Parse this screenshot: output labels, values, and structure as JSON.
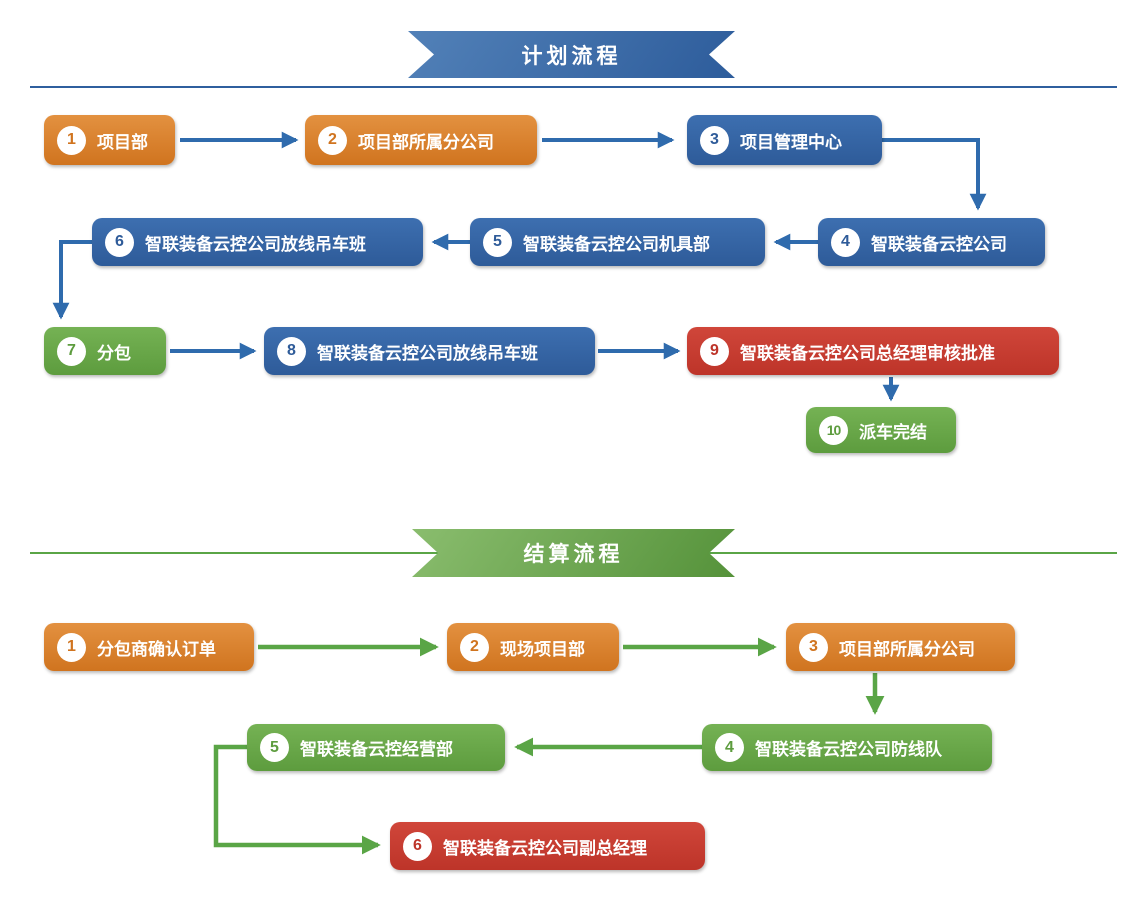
{
  "colors": {
    "box_orange_top": "#e39140",
    "box_orange_bottom": "#d0741f",
    "box_blue_top": "#3d6fb0",
    "box_blue_bottom": "#2e5b99",
    "box_green_top": "#75b254",
    "box_green_bottom": "#5d9c3e",
    "box_red_top": "#d0463a",
    "box_red_bottom": "#bd3429",
    "arrow_blue": "#2f6bad",
    "arrow_green": "#5aa546",
    "banner_blue_top": "#5281b8",
    "banner_blue_bottom": "#2d5c9b",
    "banner_green_top": "#8abd6e",
    "banner_green_bottom": "#55923a",
    "line_blue": "#2f5f9e",
    "line_green": "#5aa546",
    "text_white": "#ffffff"
  },
  "plan_flow": {
    "banner_title": "计划流程",
    "steps": [
      {
        "num": "1",
        "label": "项目部"
      },
      {
        "num": "2",
        "label": "项目部所属分公司"
      },
      {
        "num": "3",
        "label": "项目管理中心"
      },
      {
        "num": "4",
        "label": "智联装备云控公司"
      },
      {
        "num": "5",
        "label": "智联装备云控公司机具部"
      },
      {
        "num": "6",
        "label": "智联装备云控公司放线吊车班"
      },
      {
        "num": "7",
        "label": "分包"
      },
      {
        "num": "8",
        "label": "智联装备云控公司放线吊车班"
      },
      {
        "num": "9",
        "label": "智联装备云控公司总经理审核批准"
      },
      {
        "num": "10",
        "label": "派车完结"
      }
    ]
  },
  "settlement_flow": {
    "banner_title": "结算流程",
    "steps": [
      {
        "num": "1",
        "label": "分包商确认订单"
      },
      {
        "num": "2",
        "label": "现场项目部"
      },
      {
        "num": "3",
        "label": "项目部所属分公司"
      },
      {
        "num": "4",
        "label": "智联装备云控公司防线队"
      },
      {
        "num": "5",
        "label": "智联装备云控经营部"
      },
      {
        "num": "6",
        "label": "智联装备云控公司副总经理"
      }
    ]
  }
}
